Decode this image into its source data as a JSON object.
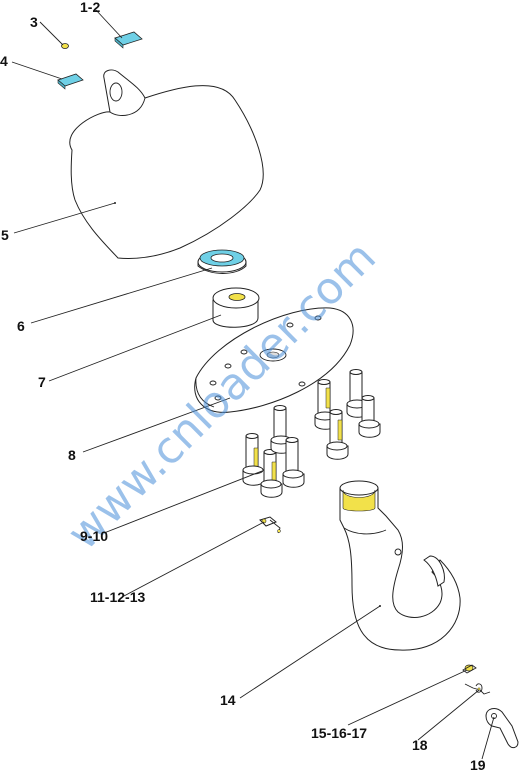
{
  "diagram": {
    "watermark": "www.cnloader.com",
    "colors": {
      "background": "#ffffff",
      "line": "#222222",
      "highlight_cyan": "#6fd0e6",
      "highlight_yellow": "#f2e14a",
      "watermark": "#4a90d9"
    },
    "callouts": [
      {
        "id": "c1",
        "text": "1-2"
      },
      {
        "id": "c3",
        "text": "3"
      },
      {
        "id": "c4",
        "text": "4"
      },
      {
        "id": "c5",
        "text": "5"
      },
      {
        "id": "c6",
        "text": "6"
      },
      {
        "id": "c7",
        "text": "7"
      },
      {
        "id": "c8",
        "text": "8"
      },
      {
        "id": "c9",
        "text": "9-10"
      },
      {
        "id": "c11",
        "text": "11-12-13"
      },
      {
        "id": "c14",
        "text": "14"
      },
      {
        "id": "c15",
        "text": "15-16-17"
      },
      {
        "id": "c18",
        "text": "18"
      },
      {
        "id": "c19",
        "text": "19"
      }
    ]
  }
}
